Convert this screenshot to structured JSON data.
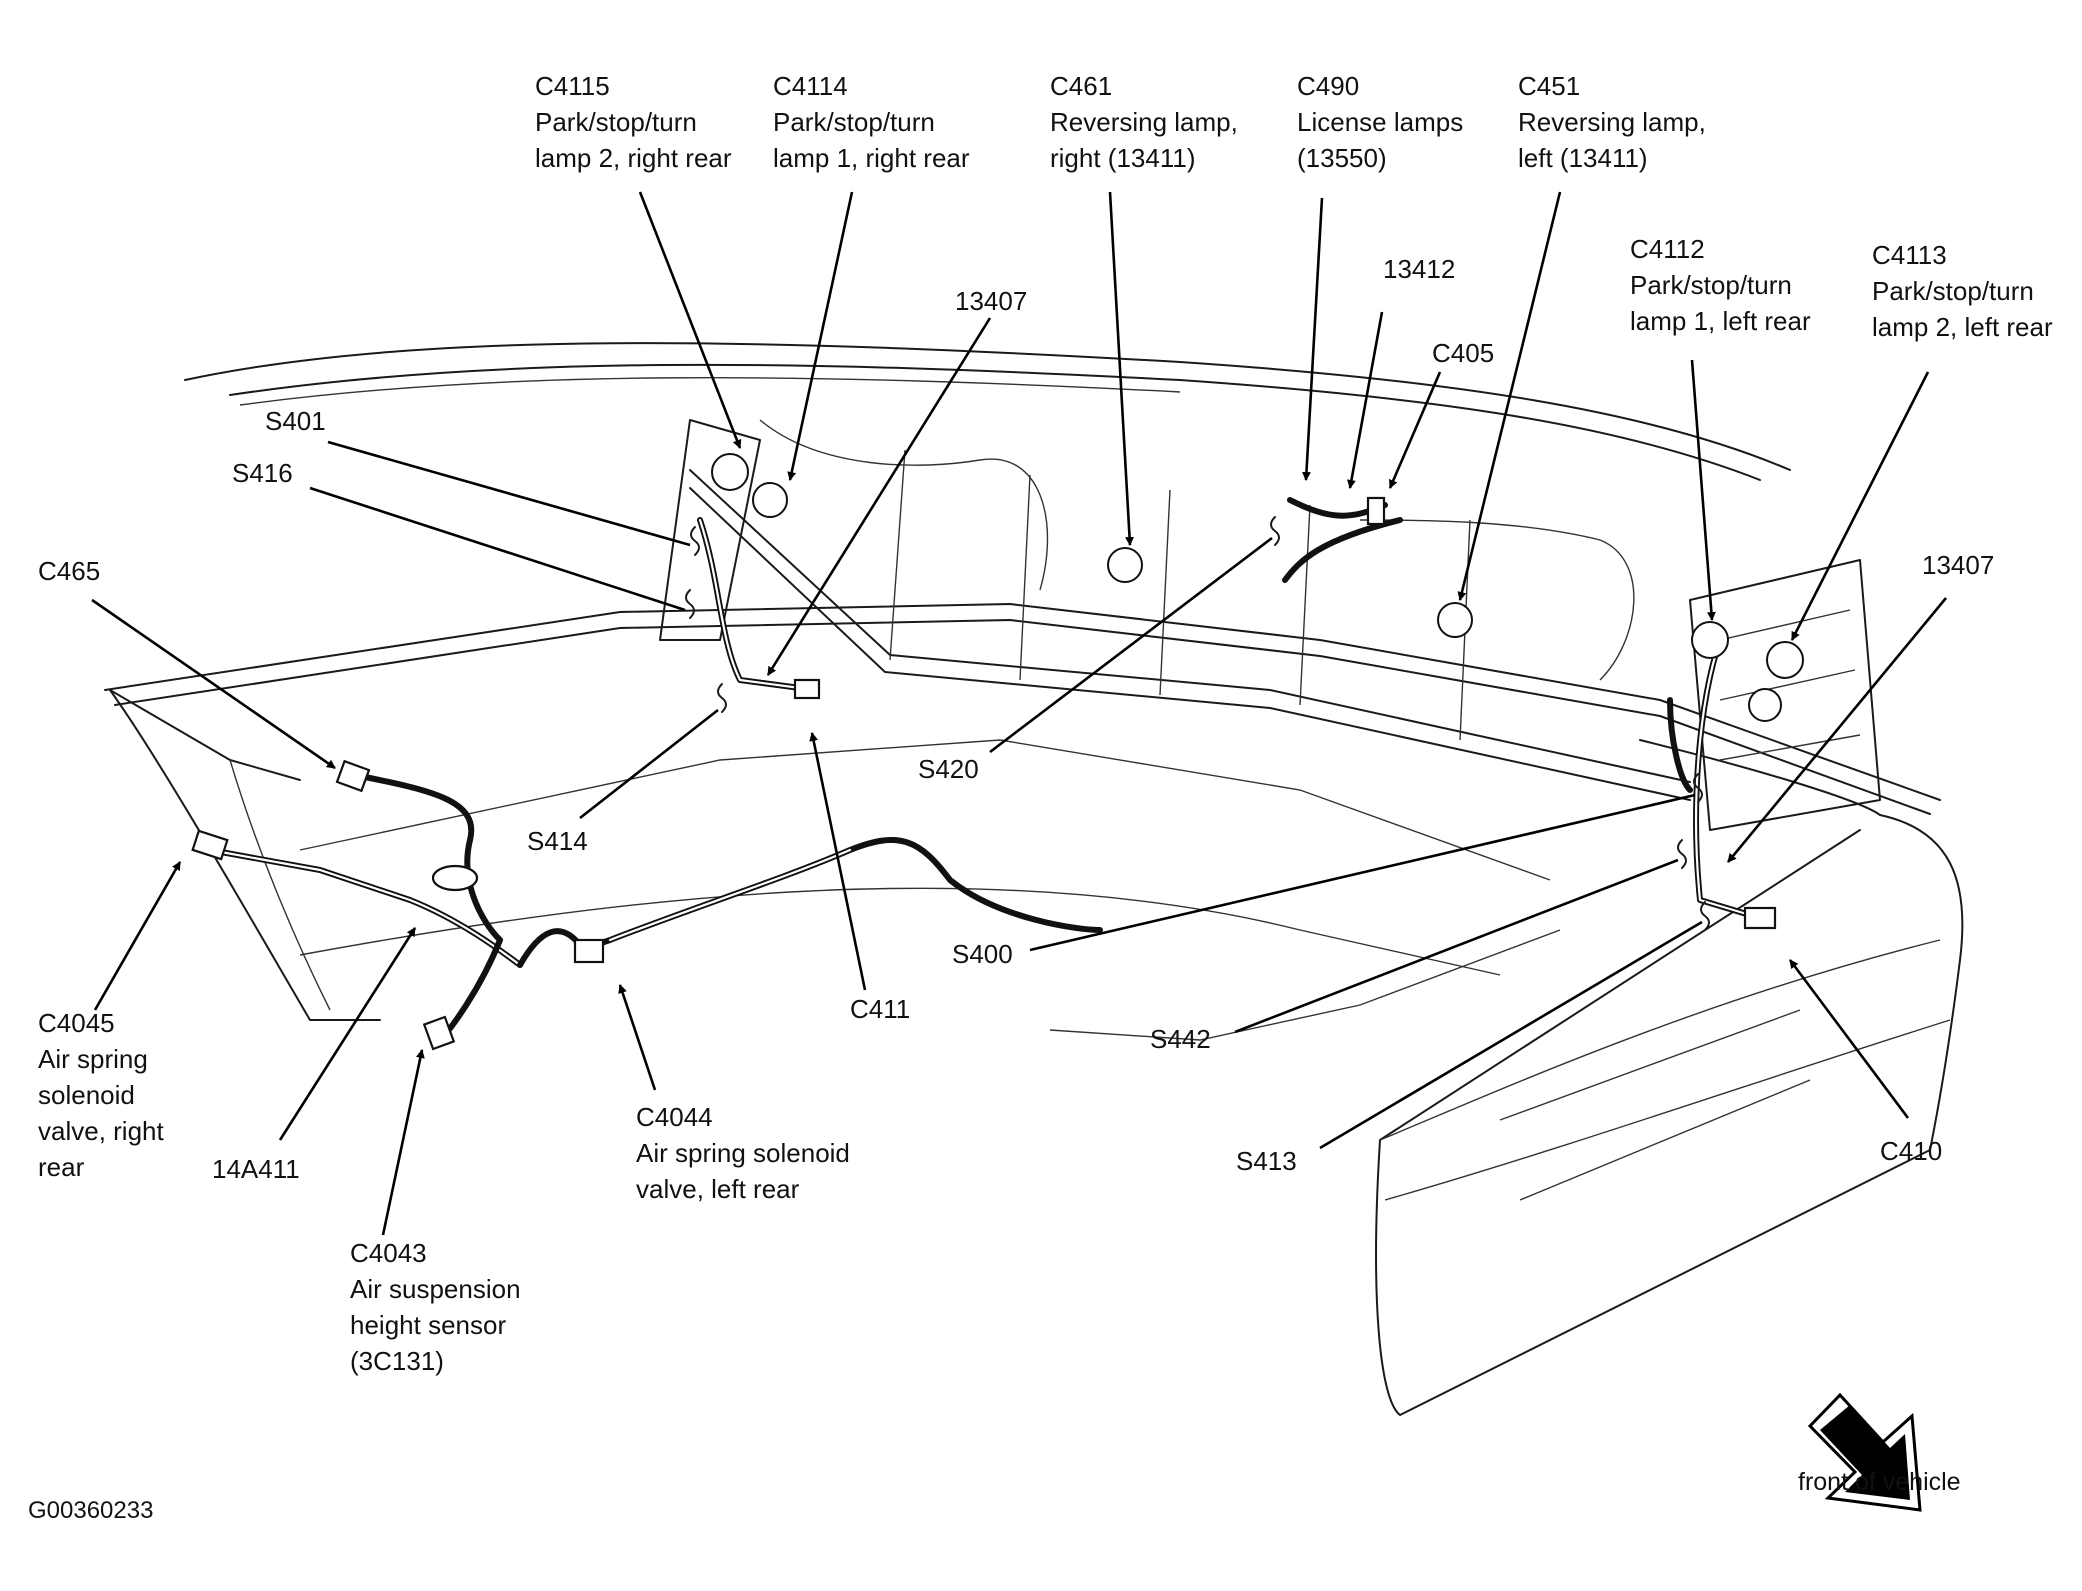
{
  "figure_id": "G00360233",
  "orientation": {
    "label": "front of vehicle"
  },
  "callouts": [
    {
      "id": "c4115",
      "lines": [
        "C4115",
        "Park/stop/turn",
        "lamp 2, right rear"
      ]
    },
    {
      "id": "c4114",
      "lines": [
        "C4114",
        "Park/stop/turn",
        "lamp 1, right rear"
      ]
    },
    {
      "id": "c461",
      "lines": [
        "C461",
        "Reversing lamp,",
        "right (13411)"
      ]
    },
    {
      "id": "c490",
      "lines": [
        "C490",
        "License lamps",
        "(13550)"
      ]
    },
    {
      "id": "c451",
      "lines": [
        "C451",
        "Reversing lamp,",
        "left (13411)"
      ]
    },
    {
      "id": "c4112",
      "lines": [
        "C4112",
        "Park/stop/turn",
        "lamp 1, left rear"
      ]
    },
    {
      "id": "c4113",
      "lines": [
        "C4113",
        "Park/stop/turn",
        "lamp 2, left rear"
      ]
    },
    {
      "id": "n13407-top",
      "lines": [
        "13407"
      ]
    },
    {
      "id": "n13412",
      "lines": [
        "13412"
      ]
    },
    {
      "id": "c405",
      "lines": [
        "C405"
      ]
    },
    {
      "id": "s401",
      "lines": [
        "S401"
      ]
    },
    {
      "id": "s416",
      "lines": [
        "S416"
      ]
    },
    {
      "id": "c465",
      "lines": [
        "C465"
      ]
    },
    {
      "id": "n13407-right",
      "lines": [
        "13407"
      ]
    },
    {
      "id": "s420",
      "lines": [
        "S420"
      ]
    },
    {
      "id": "s414",
      "lines": [
        "S414"
      ]
    },
    {
      "id": "c4045",
      "lines": [
        "C4045",
        "Air spring",
        "solenoid",
        "valve, right",
        "rear"
      ]
    },
    {
      "id": "c411",
      "lines": [
        "C411"
      ]
    },
    {
      "id": "s400",
      "lines": [
        "S400"
      ]
    },
    {
      "id": "s442",
      "lines": [
        "S442"
      ]
    },
    {
      "id": "n14a411",
      "lines": [
        "14A411"
      ]
    },
    {
      "id": "c4044",
      "lines": [
        "C4044",
        "Air spring solenoid",
        "valve, left rear"
      ]
    },
    {
      "id": "s413",
      "lines": [
        "S413"
      ]
    },
    {
      "id": "c410",
      "lines": [
        "C410"
      ]
    },
    {
      "id": "c4043",
      "lines": [
        "C4043",
        "Air suspension",
        "height sensor",
        "(3C131)"
      ]
    }
  ]
}
